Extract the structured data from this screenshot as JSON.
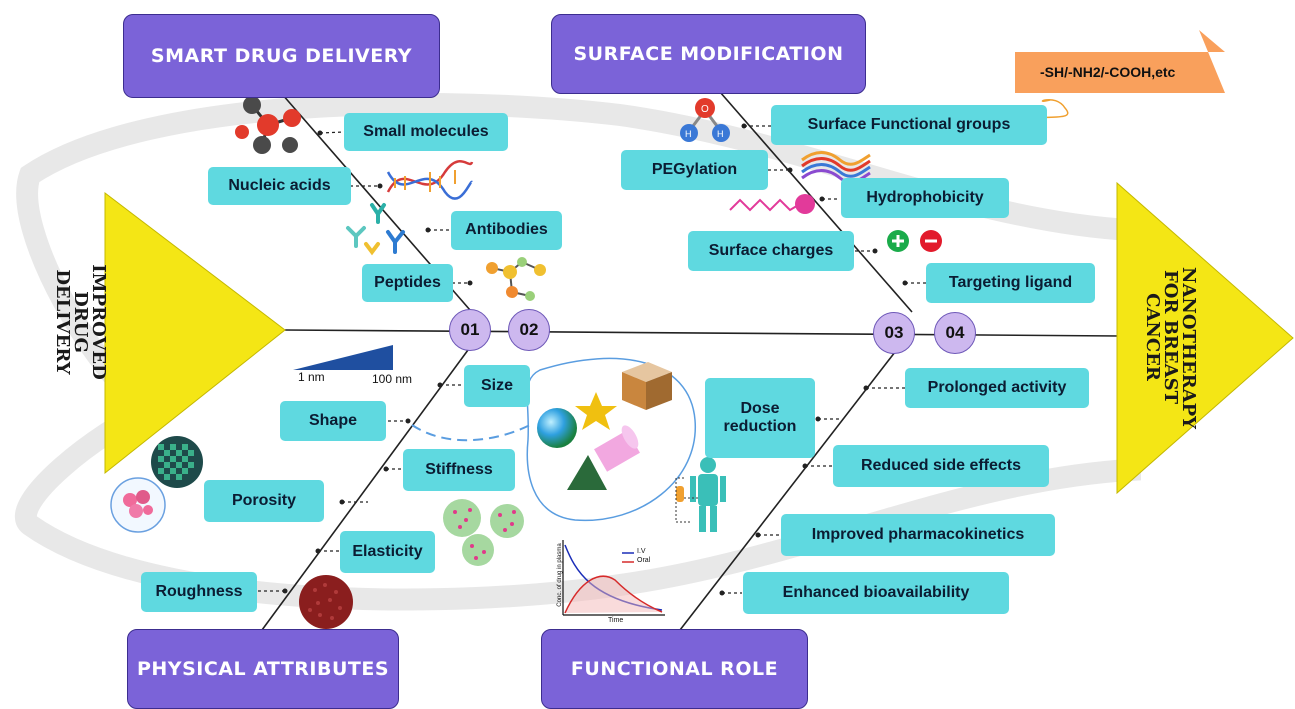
{
  "headers": {
    "smart_drug_delivery": "SMART DRUG DELIVERY",
    "surface_modification": "SURFACE MODIFICATION",
    "physical_attributes": "PHYSICAL ATTRIBUTES",
    "functional_role": "FUNCTIONAL ROLE"
  },
  "tail_label": "IMPROVED DRUG DELIVERY",
  "head_label": "NANOTHERAPY FOR BREAST CANCER",
  "numbers": [
    "01",
    "02",
    "03",
    "04"
  ],
  "smart_drug_delivery_items": [
    "Small molecules",
    "Nucleic acids",
    "Antibodies",
    "Peptides"
  ],
  "surface_modification_items": [
    "Surface Functional groups",
    "PEGylation",
    "Hydrophobicity",
    "Surface charges",
    "Targeting ligand"
  ],
  "functional_group_tag": "-SH/-NH2/-COOH,etc",
  "physical_attributes_items": [
    "Size",
    "Shape",
    "Stiffness",
    "Porosity",
    "Elasticity",
    "Roughness"
  ],
  "size_scale": {
    "min": "1 nm",
    "max": "100 nm"
  },
  "functional_role_items": [
    "Prolonged activity",
    "Dose reduction",
    "Reduced side effects",
    "Improved pharmacokinetics",
    "Enhanced bioavailability"
  ],
  "pk_plot": {
    "ylabel": "Conc. of drug in plasma",
    "xlabel": "Time",
    "legend": [
      "I.V",
      "Oral"
    ]
  },
  "colors": {
    "header": "#7b63d8",
    "box": "#5fd9e0",
    "triangle": "#f4e615",
    "number_circle": "#cdb8ef",
    "tag": "#f9a05c"
  }
}
